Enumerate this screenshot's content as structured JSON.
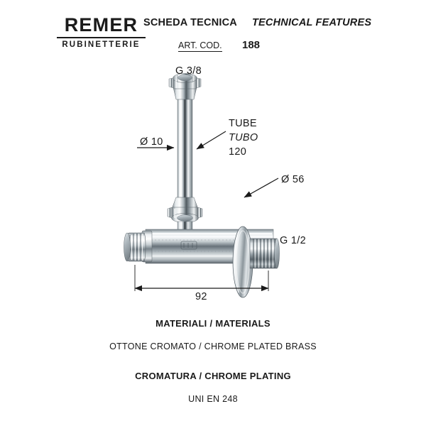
{
  "header": {
    "logo_main": "REMER",
    "logo_sub": "RUBINETTERIE",
    "title_it": "SCHEDA TECNICA",
    "title_en": "TECHNICAL FEATURES",
    "art_cod_label": "ART. COD.",
    "art_cod_value": "188"
  },
  "drawing": {
    "labels": {
      "top_thread": "G 3/8",
      "tube_diameter": "Ø 10",
      "tube_en": "TUBE",
      "tube_it": "TUBO",
      "tube_length": "120",
      "flange_diameter": "Ø 56",
      "outlet_thread": "G 1/2",
      "body_length": "92"
    },
    "colors": {
      "chrome_light": "#f2f4f5",
      "chrome_mid": "#b9c1c6",
      "chrome_dark": "#4e585e",
      "chrome_shadow": "#2b3338",
      "line": "#1a1a1a"
    }
  },
  "footer": {
    "materials_heading": "MATERIALI / MATERIALS",
    "materials_value": "OTTONE CROMATO / CHROME PLATED BRASS",
    "plating_heading": "CROMATURA / CHROME PLATING",
    "plating_value": "UNI EN 248"
  }
}
